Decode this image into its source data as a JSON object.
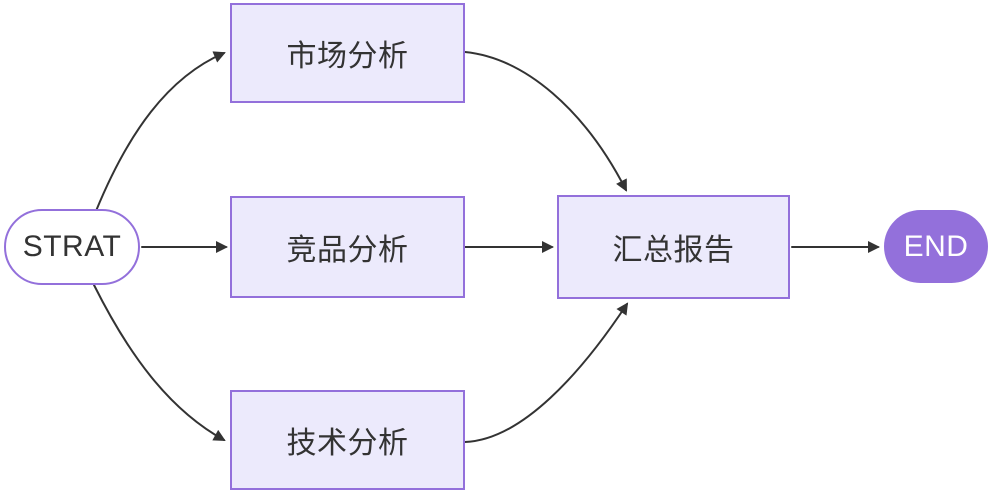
{
  "diagram": {
    "type": "flowchart",
    "direction": "left-to-right",
    "nodes": {
      "start": {
        "label": "STRAT",
        "shape": "stadium"
      },
      "market": {
        "label": "市场分析",
        "shape": "rect"
      },
      "competitor": {
        "label": "竞品分析",
        "shape": "rect"
      },
      "tech": {
        "label": "技术分析",
        "shape": "rect"
      },
      "summary": {
        "label": "汇总报告",
        "shape": "rect"
      },
      "end": {
        "label": "END",
        "shape": "stadium"
      }
    },
    "edges": [
      {
        "from": "start",
        "to": "market"
      },
      {
        "from": "start",
        "to": "competitor"
      },
      {
        "from": "start",
        "to": "tech"
      },
      {
        "from": "market",
        "to": "summary"
      },
      {
        "from": "competitor",
        "to": "summary"
      },
      {
        "from": "tech",
        "to": "summary"
      },
      {
        "from": "summary",
        "to": "end"
      }
    ],
    "colors": {
      "background": "#ffffff",
      "node_fill": "#eceafc",
      "node_border": "#9370db",
      "start_fill": "#ffffff",
      "end_fill": "#9370db",
      "end_text": "#ffffff",
      "text": "#333333",
      "edge": "#333333"
    }
  }
}
